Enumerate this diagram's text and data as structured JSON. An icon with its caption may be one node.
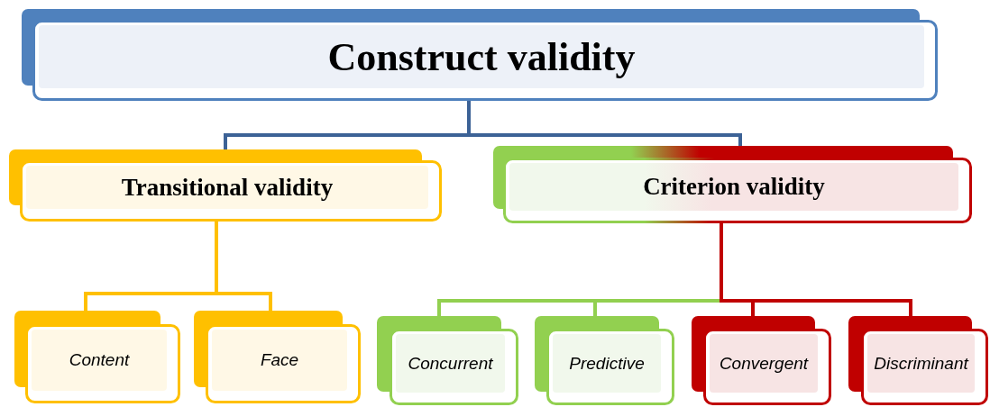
{
  "diagram": {
    "nodes": [
      {
        "text": [
          "Construct validity"
        ]
      },
      {
        "text": [
          "Transitional validity"
        ]
      },
      {
        "text": [
          "Criterion validity"
        ]
      },
      {
        "text": [
          "Content"
        ]
      },
      {
        "text": [
          "Face"
        ]
      },
      {
        "text": [
          "Concurrent"
        ]
      },
      {
        "text": [
          "Predictive"
        ]
      },
      {
        "text": [
          "Convergent"
        ]
      },
      {
        "text": [
          "Discriminant"
        ]
      }
    ],
    "edges": [
      {
        "from": 0,
        "to": 1,
        "arrow": "none",
        "color": "#3c6296"
      },
      {
        "from": 0,
        "to": 2,
        "arrow": "none",
        "color": "#3c6296"
      },
      {
        "from": 1,
        "to": 3,
        "arrow": "none",
        "color": "#ffc000"
      },
      {
        "from": 1,
        "to": 4,
        "arrow": "none",
        "color": "#ffc000"
      },
      {
        "from": 2,
        "to": 5,
        "arrow": "none",
        "color": "#92d050"
      },
      {
        "from": 2,
        "to": 6,
        "arrow": "none",
        "color": "#92d050"
      },
      {
        "from": 2,
        "to": 7,
        "arrow": "none",
        "color": "#c00000"
      },
      {
        "from": 2,
        "to": 8,
        "arrow": "none",
        "color": "#c00000"
      }
    ]
  }
}
